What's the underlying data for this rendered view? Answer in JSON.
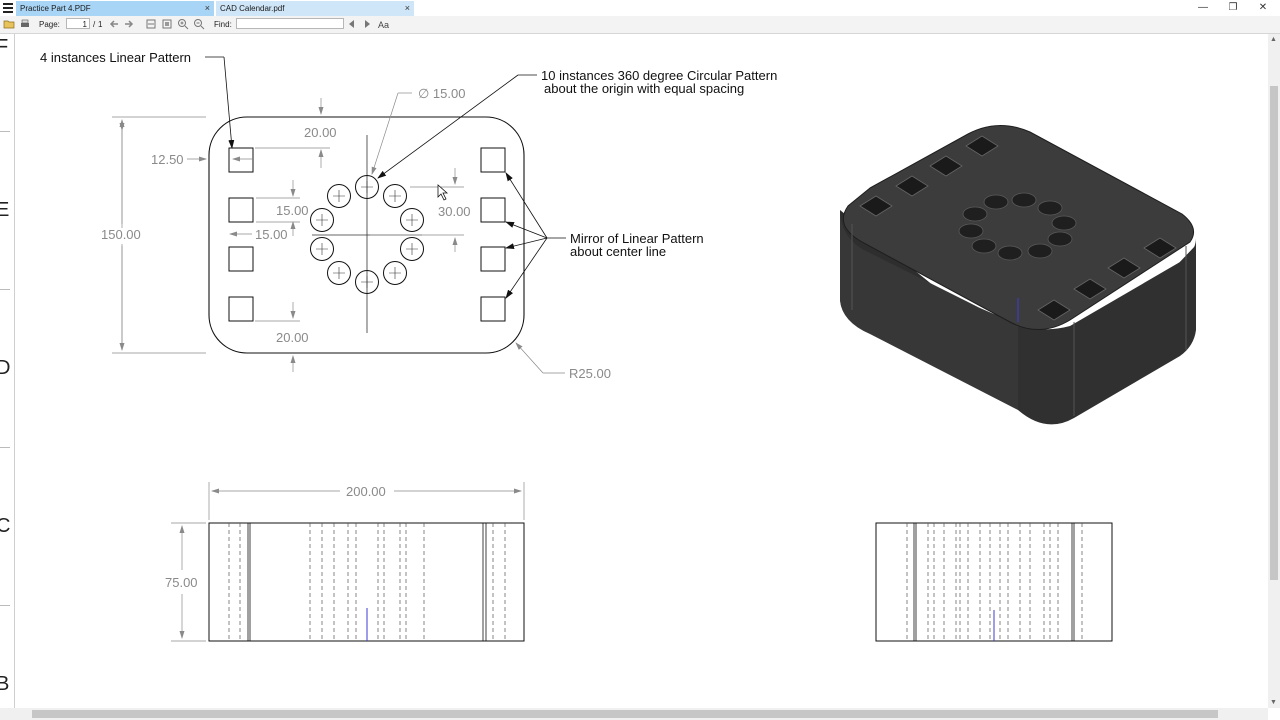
{
  "tabs": [
    {
      "label": "Practice Part 4.PDF",
      "active": true
    },
    {
      "label": "CAD Calendar.pdf",
      "active": false
    }
  ],
  "toolbar": {
    "page_label": "Page:",
    "page_current": "1",
    "page_separator": "/",
    "page_total": "1",
    "find_label": "Find:",
    "find_value": ""
  },
  "zones": [
    "F",
    "E",
    "D",
    "C",
    "B"
  ],
  "dimensions": {
    "linear_pattern_note": "4 instances Linear Pattern",
    "circular_pattern_note_line1": "10 instances 360 degree Circular Pattern",
    "circular_pattern_note_line2": "about the origin with equal spacing",
    "mirror_note_line1": "Mirror of Linear Pattern",
    "mirror_note_line2": "about center line",
    "hole_diameter": "∅ 15.00",
    "top_offset": "20.00",
    "bottom_offset": "20.00",
    "left_offset": "12.50",
    "height": "150.00",
    "square_spacing": "15.00",
    "square_size": "15.00",
    "circle_radius_dim": "30.00",
    "corner_radius": "R25.00",
    "width": "200.00",
    "thickness": "75.00"
  },
  "colors": {
    "accent_tab": "#a8d4f5",
    "inactive_tab": "#cfe6f8",
    "dim_text": "#8a8a8a",
    "model": "#3a3a3a"
  }
}
